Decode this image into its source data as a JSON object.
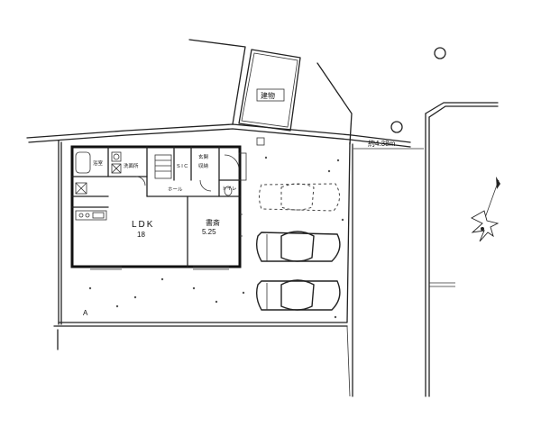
{
  "labels": {
    "building": "建物",
    "distance": "約4.38m",
    "ldk": "LDK",
    "ldk_size": "18",
    "study": "書斎",
    "study_size": "5.25",
    "bath": "浴室",
    "washroom": "洗面所",
    "sic": "S I C",
    "closet": "収納",
    "toilet": "トイレ",
    "hall": "ホール",
    "entrance": "玄関",
    "corner_a": "A"
  }
}
